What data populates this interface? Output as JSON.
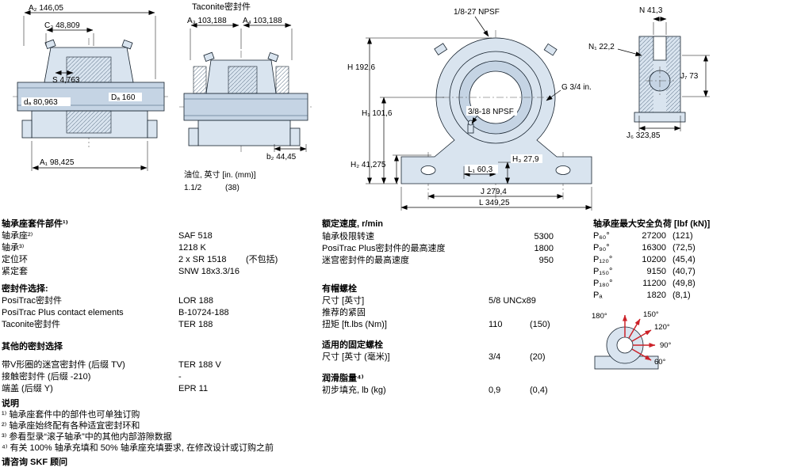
{
  "drawings": {
    "left_section": {
      "dim_a2": "A₂ 146,05",
      "dim_c3": "C₃ 48,809",
      "dim_s": "S 4,763",
      "dim_da": "dₐ 80,963",
      "dim_Da": "Dₐ 160",
      "dim_a1": "A₁ 98,425"
    },
    "taconite_section": {
      "title": "Taconite密封件",
      "dim_a3": "A₃ 103,188",
      "dim_a4": "A₄ 103,188",
      "dim_b2": "b₂ 44,45",
      "oil_label": "油位, 英寸 [in. (mm)]",
      "oil_inch": "1.1/2",
      "oil_mm": "(38)"
    },
    "front_view": {
      "thread_top": "1/8-27 NPSF",
      "thread_mid": "3/8-18 NPSF",
      "dim_h": "H 192,6",
      "dim_h1": "H₁ 101,6",
      "dim_h2": "H₂ 41,275",
      "dim_g": "G 3/4 in.",
      "dim_h3": "H₃ 27,9",
      "dim_l1": "L₁ 60,3",
      "dim_j": "J 279,4",
      "dim_l": "L 349,25"
    },
    "side_view": {
      "dim_n": "N 41,3",
      "dim_n1": "N₁ 22,2",
      "dim_j7": "J₇ 73",
      "dim_j6": "J₆ 323,85"
    }
  },
  "load_diagram": {
    "angle_180": "180°",
    "angle_150": "150°",
    "angle_120": "120°",
    "angle_90": "90°",
    "angle_60": "60°",
    "arrow_color": "#cc2229"
  },
  "components": {
    "title": "轴承座套件部件¹⁾",
    "rows": [
      {
        "label": "轴承座²⁾",
        "value": "SAF 518",
        "note": ""
      },
      {
        "label": "轴承³⁾",
        "value": "1218 K",
        "note": ""
      },
      {
        "label": "定位环",
        "value": "2 x SR 1518",
        "note": "(不包括)"
      },
      {
        "label": "紧定套",
        "value": "SNW 18x3.3/16",
        "note": ""
      }
    ]
  },
  "seal_selection": {
    "title": "密封件选择:",
    "rows": [
      {
        "label": "PosiTrac密封件",
        "value": "LOR 188"
      },
      {
        "label": "PosiTrac Plus contact elements",
        "value": "B-10724-188"
      },
      {
        "label": "Taconite密封件",
        "value": "TER 188"
      }
    ]
  },
  "other_seals": {
    "title": "其他的密封选择",
    "rows": [
      {
        "label": "带V形圈的迷宫密封件 (后缀 TV)",
        "value": "TER 188 V"
      },
      {
        "label": "接触密封件 (后缀 -210)",
        "value": "-"
      },
      {
        "label": "端盖 (后缀 Y)",
        "value": "EPR 11"
      }
    ]
  },
  "speeds": {
    "title": "额定速度, r/min",
    "rows": [
      {
        "label": "轴承极限转速",
        "value": "5300"
      },
      {
        "label": "PosiTrac Plus密封件的最高速度",
        "value": "1800"
      },
      {
        "label": "迷宫密封件的最高速度",
        "value": "950"
      }
    ]
  },
  "cap_bolts": {
    "title": "有帽螺栓",
    "size_label": "尺寸 [英寸]",
    "size_value": "5/8 UNCx89",
    "torque_label1": "推荐的紧固",
    "torque_label2": "扭矩 [ft.lbs (Nm)]",
    "torque_value": "110",
    "torque_note": "(150)"
  },
  "attachment_bolts": {
    "title": "适用的固定螺栓",
    "size_label": "尺寸 [英寸 (毫米)]",
    "size_value": "3/4",
    "size_note": "(20)"
  },
  "grease": {
    "title": "润滑脂量⁴⁾",
    "fill_label": "初步填充, lb (kg)",
    "fill_value": "0,9",
    "fill_note": "(0,4)"
  },
  "loads": {
    "title": "轴承座最大安全负荷 [lbf (kN)]",
    "rows": [
      {
        "label": "P₆₀°",
        "value": "27200",
        "note": "(121)"
      },
      {
        "label": "P₉₀°",
        "value": "16300",
        "note": "(72,5)"
      },
      {
        "label": "P₁₂₀°",
        "value": "10200",
        "note": "(45,4)"
      },
      {
        "label": "P₁₅₀°",
        "value": "9150",
        "note": "(40,7)"
      },
      {
        "label": "P₁₈₀°",
        "value": "11200",
        "note": "(49,8)"
      },
      {
        "label": "Pₐ",
        "value": "1820",
        "note": "(8,1)"
      }
    ]
  },
  "notes": {
    "title": "说明",
    "lines": [
      "¹⁾ 轴承座套件中的部件也可单独订购",
      "²⁾ 轴承座始终配有各种适宜密封环和",
      "³⁾ 参看型录“滚子轴承”中的其他内部游隙数据",
      "⁴⁾ 有关 100% 轴承充填和 50% 轴承座充填要求, 在修改设计或订购之前"
    ],
    "footer": "请咨询 SKF 顾问"
  }
}
